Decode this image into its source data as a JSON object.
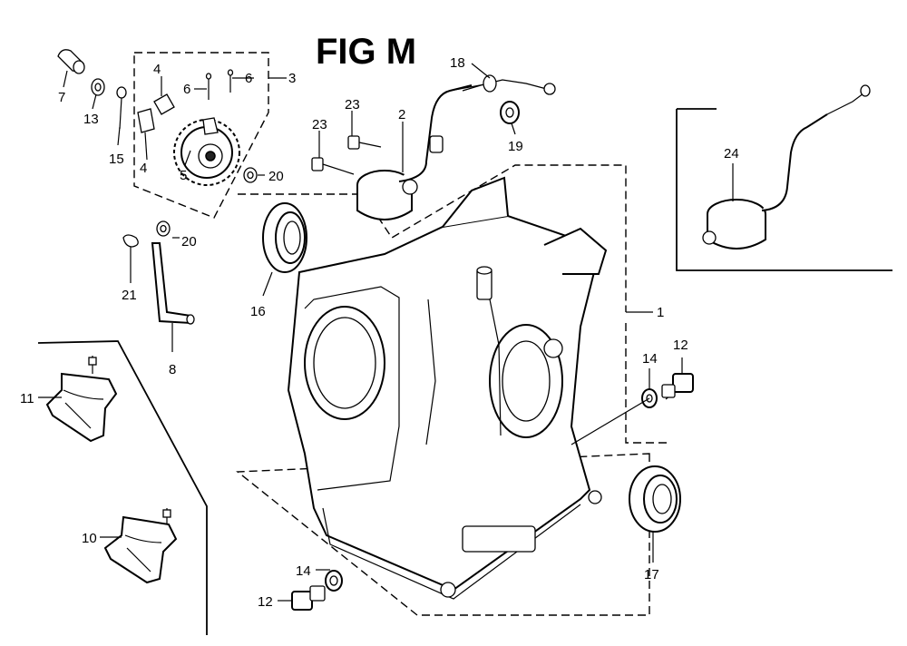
{
  "title": "FIG M",
  "callouts": {
    "p1": "1",
    "p2": "2",
    "p3": "3",
    "p4a": "4",
    "p4b": "4",
    "p5": "5",
    "p6a": "6",
    "p6b": "6",
    "p7": "7",
    "p8": "8",
    "p10": "10",
    "p11": "11",
    "p12a": "12",
    "p12b": "12",
    "p13": "13",
    "p14a": "14",
    "p14b": "14",
    "p15": "15",
    "p16": "16",
    "p17": "17",
    "p18": "18",
    "p19": "19",
    "p20a": "20",
    "p20b": "20",
    "p21": "21",
    "p23a": "23",
    "p23b": "23",
    "p24": "24"
  }
}
